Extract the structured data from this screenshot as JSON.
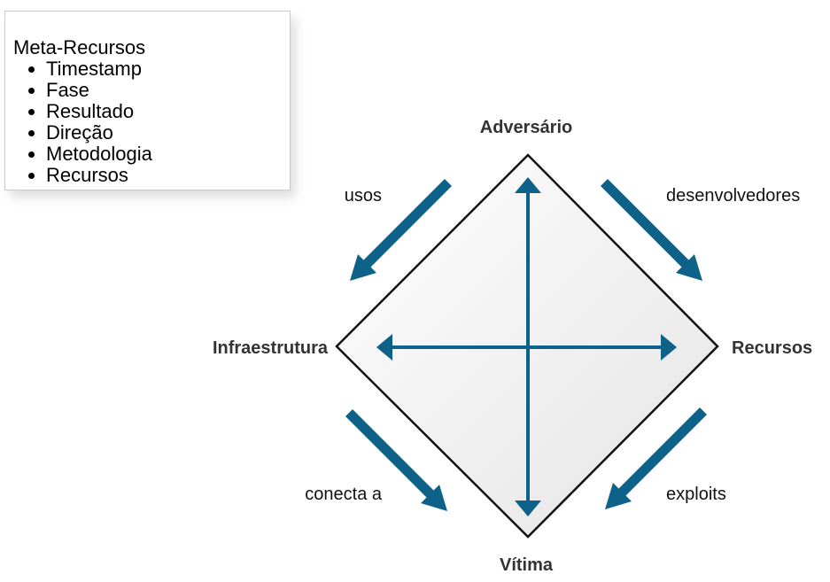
{
  "meta_features": {
    "title": "Meta-Recursos",
    "items": [
      "Timestamp",
      "Fase",
      "Resultado",
      "Direção",
      "Metodologia",
      "Recursos"
    ]
  },
  "vertices": {
    "adversary": "Adversário",
    "infrastructure": "Infraestrutura",
    "capability": "Recursos",
    "victim": "Vítima"
  },
  "edges": {
    "uses": "usos",
    "develops": "desenvolvedores",
    "connects_to": "conecta a",
    "exploits": "exploits"
  },
  "colors": {
    "arrow": "#0e6289",
    "diamond_stroke": "#111111",
    "vertex_label": "#333333"
  }
}
